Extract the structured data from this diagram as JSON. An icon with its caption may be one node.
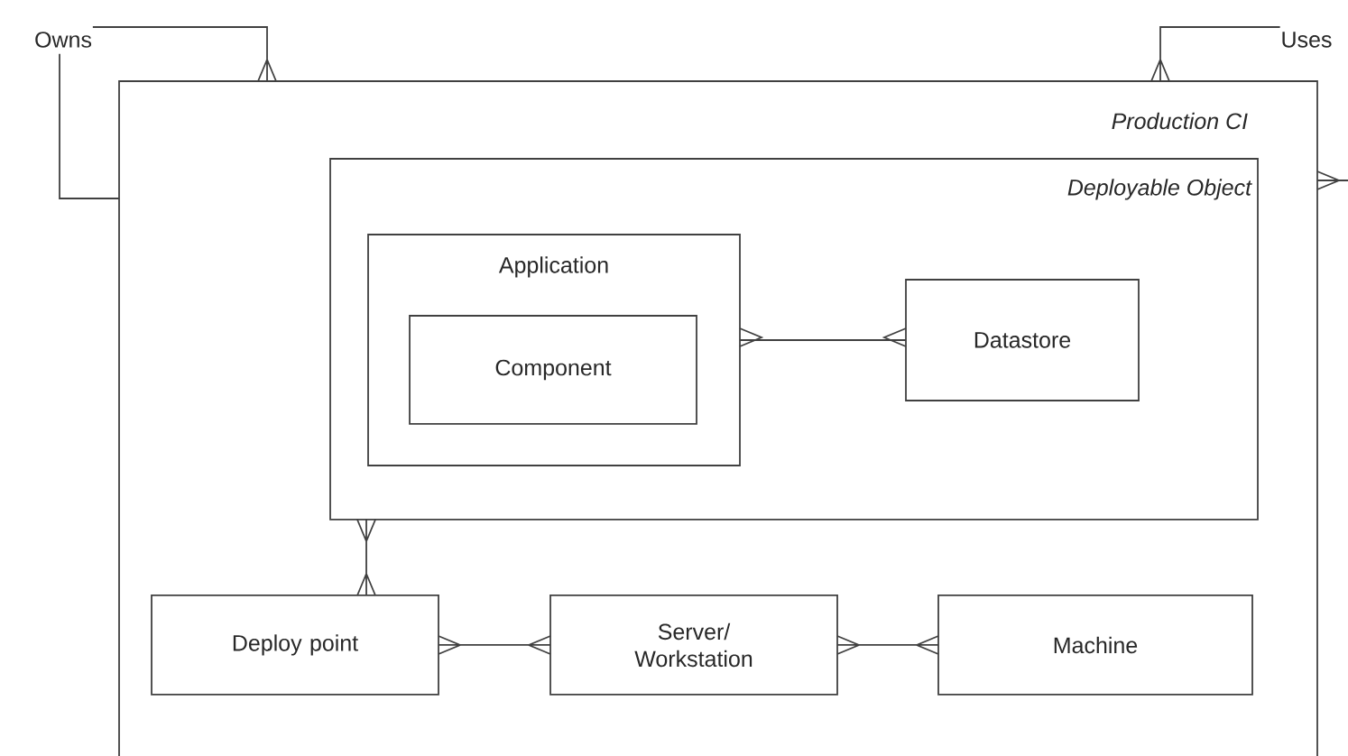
{
  "diagram": {
    "nodes": [
      {
        "text": [
          "Production CI"
        ]
      },
      {
        "text": [
          "Deployable Object"
        ],
        "in": 0
      },
      {
        "text": [
          "Application"
        ],
        "in": 1
      },
      {
        "text": [
          "Component"
        ],
        "in": 2
      },
      {
        "text": [
          "Datastore"
        ],
        "in": 1
      },
      {
        "text": [
          "Deploy point"
        ],
        "in": 0
      },
      {
        "text": [
          "Server/ Workstation"
        ],
        "in": 0
      },
      {
        "text": [
          "Machine"
        ],
        "in": 0
      },
      {
        "text": [
          "Owns"
        ]
      },
      {
        "text": [
          "Uses"
        ]
      }
    ],
    "edges": [
      {
        "from": 8,
        "to": 0,
        "arrow": "other"
      },
      {
        "from": 8,
        "to": 0,
        "arrow": "none"
      },
      {
        "from": 9,
        "to": 0,
        "arrow": "other"
      },
      {
        "from": 0,
        "to": null,
        "arrow": "other"
      },
      {
        "from": 2,
        "to": 4,
        "arrow": "other"
      },
      {
        "from": 1,
        "to": 5,
        "arrow": "other"
      },
      {
        "from": 5,
        "to": 6,
        "arrow": "other"
      },
      {
        "from": 6,
        "to": 7,
        "arrow": "other"
      }
    ]
  }
}
